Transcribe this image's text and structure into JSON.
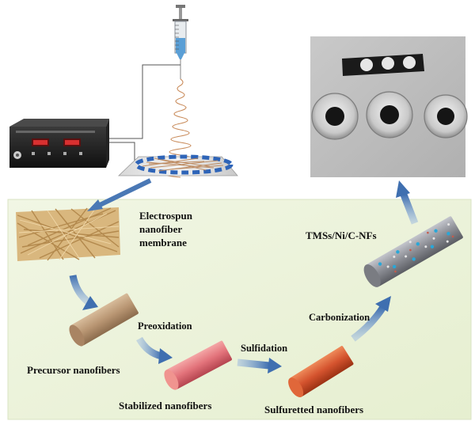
{
  "labels": {
    "membrane": "Electrospun nanofiber membrane",
    "preoxidation": "Preoxidation",
    "precursor": "Precursor nanofibers",
    "sulfidation": "Sulfidation",
    "stabilized": "Stabilized nanofibers",
    "sulfuretted": "Sulfuretted nanofibers",
    "carbonization": "Carbonization",
    "product": "TMSs/Ni/C-NFs"
  },
  "colors": {
    "panel_bg": "#eef4de",
    "arrow_blue": "#4a78b5",
    "precursor_fiber": "#b89572",
    "stabilized_fiber": "#e2727a",
    "sulfuretted_fiber": "#d4532e",
    "product_fiber": "#8b8d94"
  }
}
